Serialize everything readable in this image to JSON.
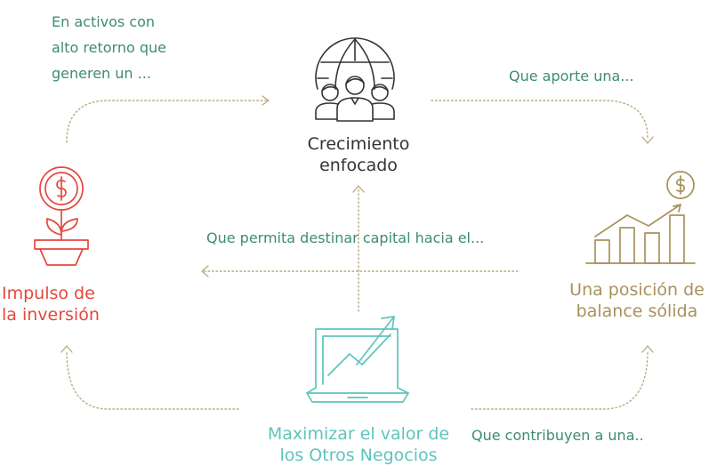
{
  "colors": {
    "dark": "#333333",
    "red": "#e4483c",
    "gold": "#a8925c",
    "teal": "#5fc4bc",
    "green": "#3d8c72",
    "dots": "#b7a97f"
  },
  "nodes": {
    "top": {
      "line1": "Crecimiento",
      "line2": "enfocado",
      "icon": "globe-people-icon"
    },
    "left": {
      "line1": "Impulso de",
      "line2": "la inversión",
      "icon": "money-plant-icon"
    },
    "right": {
      "line1": "Una posición de",
      "line2": "balance sólida",
      "icon": "bar-chart-growth-icon"
    },
    "bottom": {
      "line1": "Maximizar el valor de",
      "line2": "los Otros Negocios",
      "icon": "laptop-growth-icon"
    }
  },
  "connectors": {
    "left_to_top": {
      "line1": "En activos con",
      "line2": "alto retorno que",
      "line3": "generen un ..."
    },
    "top_to_right": "Que aporte una...",
    "center": "Que permita destinar capital hacia el...",
    "bottom_to_right": "Que contribuyen a una.."
  }
}
